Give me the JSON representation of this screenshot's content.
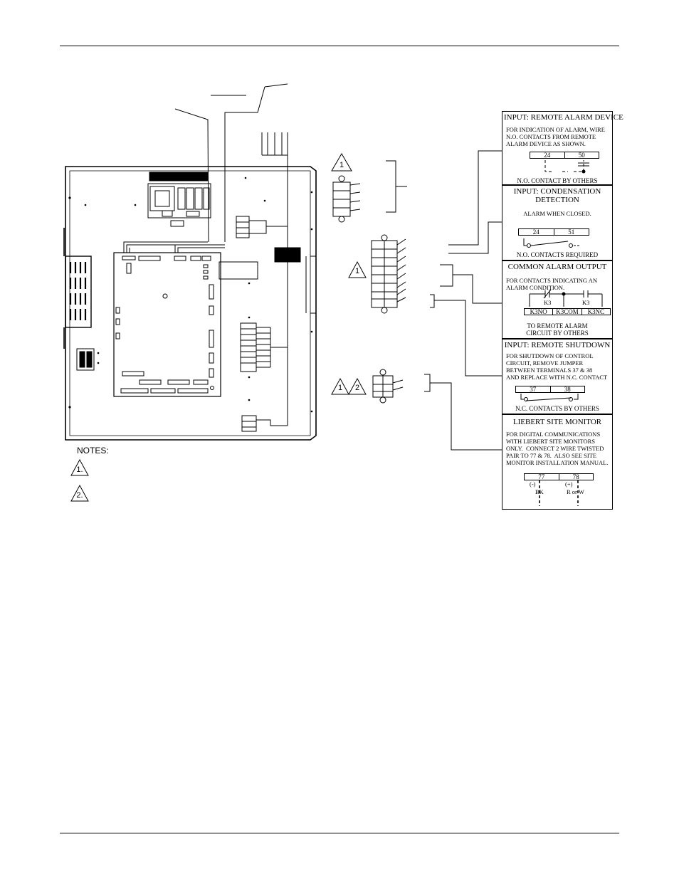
{
  "boxes": {
    "remote_alarm": {
      "title": "INPUT: REMOTE ALARM DEVICE",
      "body": "FOR INDICATION OF ALARM, WIRE\nN.O. CONTACTS FROM REMOTE\nALARM DEVICE AS SHOWN.",
      "terminals": [
        "24",
        "50"
      ],
      "caption": "N.O. CONTACT BY OTHERS"
    },
    "condensation": {
      "title": "INPUT: CONDENSATION\nDETECTION",
      "body": "ALARM WHEN CLOSED.",
      "terminals": [
        "24",
        "51"
      ],
      "caption": "N.O. CONTACTS REQUIRED"
    },
    "common_alarm": {
      "title": "COMMON ALARM OUTPUT",
      "body": "FOR CONTACTS INDICATING AN\nALARM CONDITION.",
      "relay_labels": [
        "K3",
        "K3"
      ],
      "terminals": [
        "K3NO",
        "K3COM",
        "K3NC"
      ],
      "caption": "TO REMOTE ALARM\nCIRCUIT BY OTHERS"
    },
    "remote_shutdown": {
      "title": "INPUT: REMOTE SHUTDOWN",
      "body": "FOR SHUTDOWN OF CONTROL\nCIRCUIT, REMOVE JUMPER\nBETWEEN TERMINALS 37 & 38\nAND REPLACE WITH N.C. CONTACT",
      "terminals": [
        "37",
        "38"
      ],
      "caption": "N.C. CONTACTS BY OTHERS"
    },
    "site_monitor": {
      "title": "LIEBERT SITE MONITOR",
      "body": "FOR DIGITAL COMMUNICATIONS\nWITH LIEBERT SITE MONITORS\nONLY.  CONNECT 2 WIRE TWISTED\nPAIR TO 77 & 78.  ALSO SEE SITE\nMONITOR INSTALLATION MANUAL.",
      "terminals": [
        "77",
        "78"
      ],
      "polarity": [
        "(-)",
        "(+)"
      ],
      "wire_colors": [
        "BK",
        "R or W"
      ]
    }
  },
  "notes": {
    "heading": "NOTES:",
    "items": [
      "1.",
      "2."
    ]
  },
  "callouts": {
    "top_connector": "1",
    "middle_connector": "1",
    "bottom_connector": [
      "1",
      "2"
    ]
  }
}
